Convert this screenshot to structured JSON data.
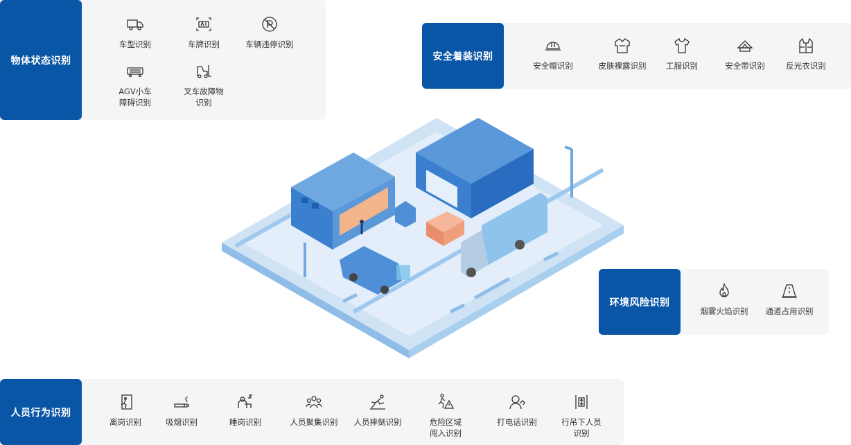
{
  "panels": {
    "object": {
      "title": "物体状态识别",
      "items": [
        {
          "icon": "truck-icon",
          "label": "车型识别"
        },
        {
          "icon": "license-plate-icon",
          "label": "车牌识别"
        },
        {
          "icon": "no-parking-icon",
          "label": "车辆违停识别"
        },
        {
          "icon": "agv-cart-icon",
          "label": "AGV小车\n障碍识别"
        },
        {
          "icon": "forklift-icon",
          "label": "叉车故障物\n识别"
        }
      ]
    },
    "safety": {
      "title": "安全着装识别",
      "items": [
        {
          "icon": "helmet-icon",
          "label": "安全帽识别"
        },
        {
          "icon": "shirt-exposed-icon",
          "label": "皮肤裸露识别"
        },
        {
          "icon": "uniform-icon",
          "label": "工服识别"
        },
        {
          "icon": "safety-belt-icon",
          "label": "安全带识别"
        },
        {
          "icon": "vest-icon",
          "label": "反光衣识别"
        }
      ]
    },
    "env": {
      "title": "环境风险识别",
      "items": [
        {
          "icon": "fire-icon",
          "label": "烟雾火焰识别"
        },
        {
          "icon": "passage-icon",
          "label": "通道占用识别"
        }
      ]
    },
    "person": {
      "title": "人员行为识别",
      "items": [
        {
          "icon": "leave-post-icon",
          "label": "离岗识别"
        },
        {
          "icon": "smoking-icon",
          "label": "吸烟识别"
        },
        {
          "icon": "sleeping-icon",
          "label": "睡岗识别"
        },
        {
          "icon": "crowd-icon",
          "label": "人员聚集识别"
        },
        {
          "icon": "fall-icon",
          "label": "人员摔倒识别"
        },
        {
          "icon": "danger-zone-icon",
          "label": "危险区域\n闯入识别"
        },
        {
          "icon": "phone-call-icon",
          "label": "打电话识别"
        },
        {
          "icon": "crane-icon",
          "label": "行吊下人员\n识别"
        }
      ]
    }
  },
  "colors": {
    "accent": "#0a56a6",
    "panel_bg": "#f4f5f7",
    "icon_stroke": "#333333"
  }
}
